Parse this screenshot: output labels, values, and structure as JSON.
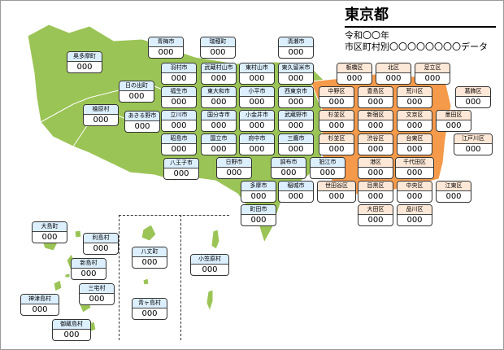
{
  "header": {
    "title": "東京都",
    "subtitle_year": "令和〇〇年",
    "subtitle_desc": "市区町村別〇〇〇〇〇〇〇〇データ"
  },
  "colors": {
    "tama_fill": "#9bc456",
    "ku_fill": "#f59a4a",
    "stroke": "#ffffff",
    "tama_label_bg": "#dcefff",
    "ku_label_bg": "#fde7d6"
  },
  "tama": [
    {
      "name": "奥多摩町",
      "value": "000"
    },
    {
      "name": "檜原村",
      "value": "000"
    },
    {
      "name": "日の出町",
      "value": "000"
    },
    {
      "name": "あきる野市",
      "value": "000"
    },
    {
      "name": "青梅市",
      "value": "000"
    },
    {
      "name": "瑞穂町",
      "value": "000"
    },
    {
      "name": "羽村市",
      "value": "000"
    },
    {
      "name": "武蔵村山市",
      "value": "000"
    },
    {
      "name": "東大和市",
      "value": "000"
    },
    {
      "name": "清瀬市",
      "value": "000"
    },
    {
      "name": "東村山市",
      "value": "000"
    },
    {
      "name": "東久留米市",
      "value": "000"
    },
    {
      "name": "福生市",
      "value": "000"
    },
    {
      "name": "小平市",
      "value": "000"
    },
    {
      "name": "西東京市",
      "value": "000"
    },
    {
      "name": "立川市",
      "value": "000"
    },
    {
      "name": "国分寺市",
      "value": "000"
    },
    {
      "name": "小金井市",
      "value": "000"
    },
    {
      "name": "武蔵野市",
      "value": "000"
    },
    {
      "name": "昭島市",
      "value": "000"
    },
    {
      "name": "国立市",
      "value": "000"
    },
    {
      "name": "府中市",
      "value": "000"
    },
    {
      "name": "三鷹市",
      "value": "000"
    },
    {
      "name": "八王子市",
      "value": "000"
    },
    {
      "name": "日野市",
      "value": "000"
    },
    {
      "name": "調布市",
      "value": "000"
    },
    {
      "name": "狛江市",
      "value": "000"
    },
    {
      "name": "多摩市",
      "value": "000"
    },
    {
      "name": "稲城市",
      "value": "000"
    },
    {
      "name": "町田市",
      "value": "000"
    }
  ],
  "ku": [
    {
      "name": "板橋区",
      "value": "000"
    },
    {
      "name": "北区",
      "value": "000"
    },
    {
      "name": "足立区",
      "value": "000"
    },
    {
      "name": "中野区",
      "value": "000"
    },
    {
      "name": "豊島区",
      "value": "000"
    },
    {
      "name": "荒川区",
      "value": "000"
    },
    {
      "name": "葛飾区",
      "value": "000"
    },
    {
      "name": "杉並区",
      "value": "000"
    },
    {
      "name": "新宿区",
      "value": "000"
    },
    {
      "name": "文京区",
      "value": "000"
    },
    {
      "name": "墨田区",
      "value": "000"
    },
    {
      "name": "杉並区",
      "value": "000"
    },
    {
      "name": "渋谷区",
      "value": "000"
    },
    {
      "name": "台東区",
      "value": "000"
    },
    {
      "name": "江戸川区",
      "value": "000"
    },
    {
      "name": "港区",
      "value": "000"
    },
    {
      "name": "千代田区",
      "value": "000"
    },
    {
      "name": "世田谷区",
      "value": "000"
    },
    {
      "name": "目黒区",
      "value": "000"
    },
    {
      "name": "中央区",
      "value": "000"
    },
    {
      "name": "江東区",
      "value": "000"
    },
    {
      "name": "大田区",
      "value": "000"
    },
    {
      "name": "品川区",
      "value": "000"
    }
  ],
  "islands": [
    {
      "name": "大島町",
      "value": "000"
    },
    {
      "name": "利島村",
      "value": "000"
    },
    {
      "name": "新島村",
      "value": "000"
    },
    {
      "name": "三宅村",
      "value": "000"
    },
    {
      "name": "神津島村",
      "value": "000"
    },
    {
      "name": "御蔵島村",
      "value": "000"
    },
    {
      "name": "八丈町",
      "value": "000"
    },
    {
      "name": "青ヶ島村",
      "value": "000"
    },
    {
      "name": "小笠原村",
      "value": "000"
    }
  ]
}
